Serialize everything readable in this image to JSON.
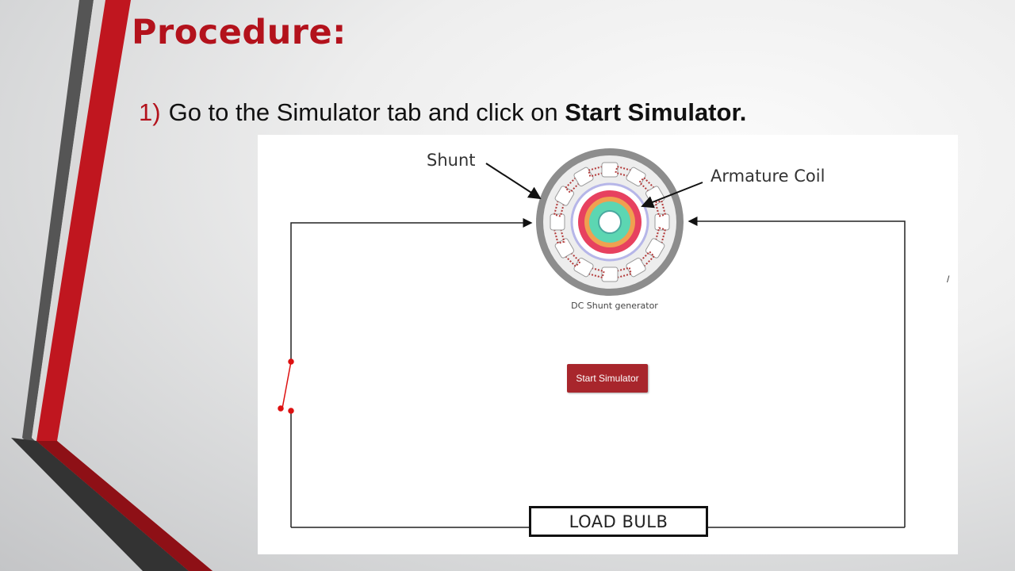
{
  "slide": {
    "title": "Procedure:",
    "step": {
      "number": "1)",
      "text_before": "Go to the Simulator tab and click on ",
      "bold_text": "Start Simulator."
    }
  },
  "simulator": {
    "shunt_label": "Shunt",
    "armature_label": "Armature Coil",
    "generator_caption": "DC Shunt generator",
    "start_button_label": "Start Simulator",
    "load_label": "LOAD BULB",
    "edge_mark": "/"
  },
  "colors": {
    "accent_red": "#b3121c",
    "button_red": "#a8262c"
  }
}
